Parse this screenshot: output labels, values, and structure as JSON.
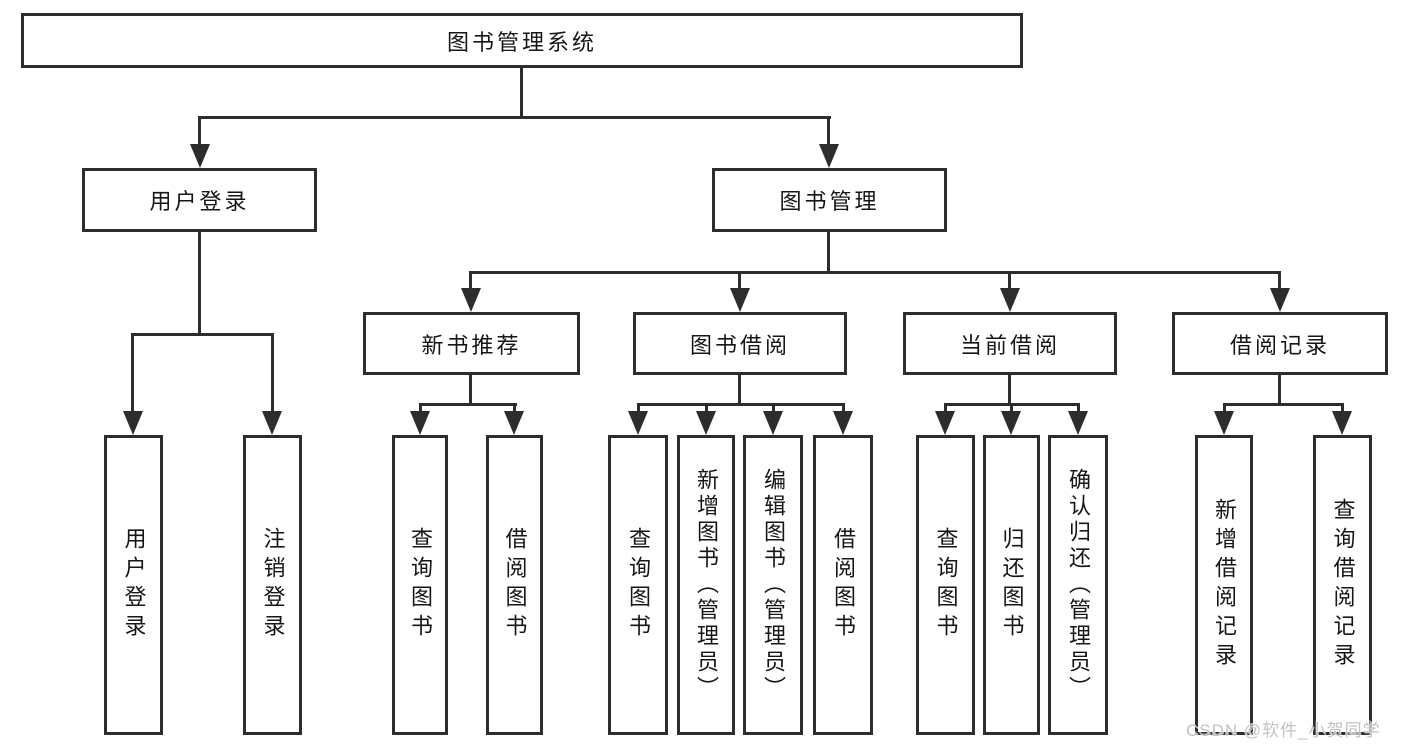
{
  "diagram": {
    "title": "图书管理系统",
    "type": "hierarchy-diagram",
    "root": {
      "label": "图书管理系统",
      "children": [
        {
          "label": "用户登录",
          "children": [
            {
              "label": "用户登录"
            },
            {
              "label": "注销登录"
            }
          ]
        },
        {
          "label": "图书管理",
          "children": [
            {
              "label": "新书推荐",
              "children": [
                {
                  "label": "查询图书"
                },
                {
                  "label": "借阅图书"
                }
              ]
            },
            {
              "label": "图书借阅",
              "children": [
                {
                  "label": "查询图书"
                },
                {
                  "label": "新增图书（管理员）"
                },
                {
                  "label": "编辑图书（管理员）"
                },
                {
                  "label": "借阅图书"
                }
              ]
            },
            {
              "label": "当前借阅",
              "children": [
                {
                  "label": "查询图书"
                },
                {
                  "label": "归还图书"
                },
                {
                  "label": "确认归还（管理员）"
                }
              ]
            },
            {
              "label": "借阅记录",
              "children": [
                {
                  "label": "新增借阅记录"
                },
                {
                  "label": "查询借阅记录"
                }
              ]
            }
          ]
        }
      ]
    },
    "watermark": "CSDN @软件_小贺同学",
    "colors": {
      "line": "#2d2d2d",
      "text": "#161616",
      "watermark": "#c2c2c2",
      "background": "#ffffff"
    }
  }
}
